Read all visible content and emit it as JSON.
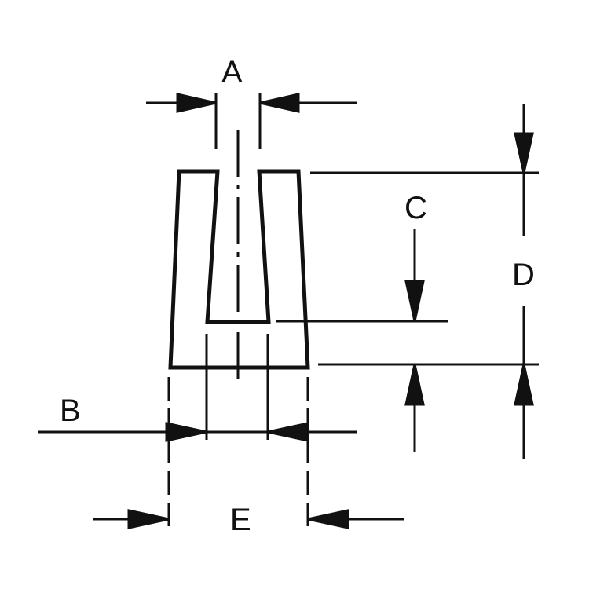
{
  "diagram": {
    "labels": {
      "a": "A",
      "b": "B",
      "c": "C",
      "d": "D",
      "e": "E"
    },
    "colors": {
      "stroke": "#111111",
      "background": "#ffffff"
    }
  }
}
